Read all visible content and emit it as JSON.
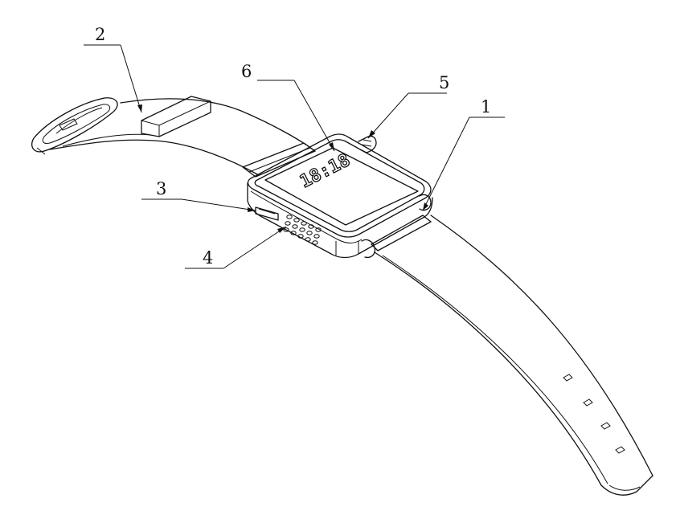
{
  "figure": {
    "labels": [
      {
        "id": "1",
        "text": "1"
      },
      {
        "id": "2",
        "text": "2"
      },
      {
        "id": "3",
        "text": "3"
      },
      {
        "id": "4",
        "text": "4"
      },
      {
        "id": "5",
        "text": "5"
      },
      {
        "id": "6",
        "text": "6"
      }
    ],
    "screen_time": "18:18"
  }
}
